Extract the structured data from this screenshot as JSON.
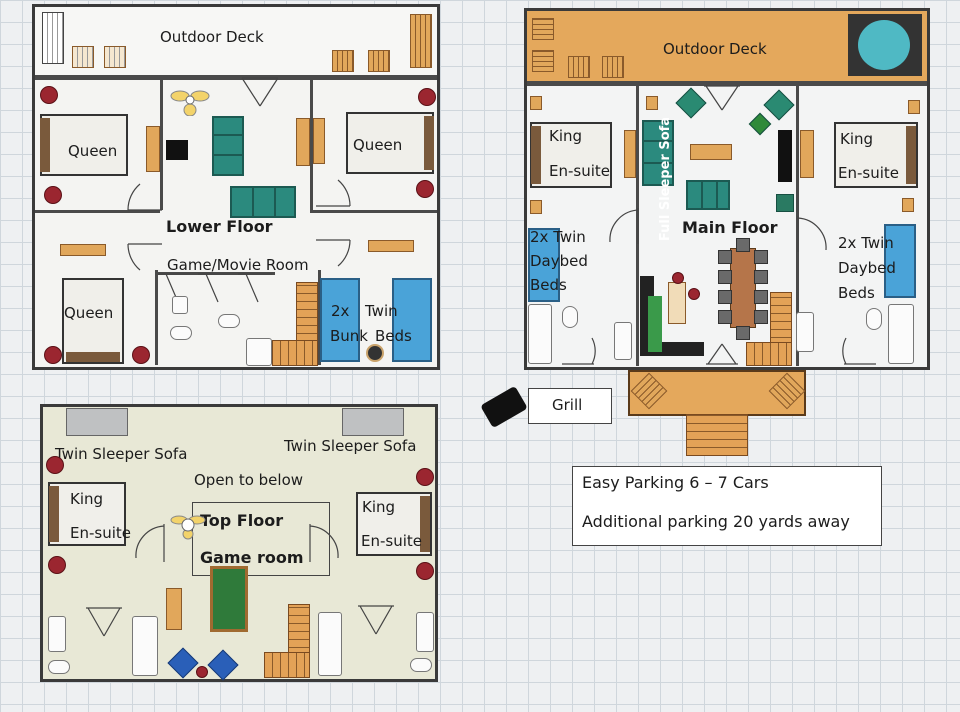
{
  "lower": {
    "deck": "Outdoor Deck",
    "queen1": "Queen",
    "queen2": "Queen",
    "queen3": "Queen",
    "floor": "Lower Floor",
    "room": "Game/Movie Room",
    "bunk1": "2x",
    "bunk2": "Twin",
    "bunk3": "Bunk",
    "bunk4": "Beds"
  },
  "main": {
    "deck": "Outdoor Deck",
    "king1a": "King",
    "king1b": "En-suite",
    "king2a": "King",
    "king2b": "En-suite",
    "sleeper": "Full Sleeper Sofa",
    "floor": "Main Floor",
    "twin1a": "2x Twin",
    "twin1b": "Daybed",
    "twin1c": "Beds",
    "twin2a": "2x Twin",
    "twin2b": "Daybed",
    "twin2c": "Beds"
  },
  "top": {
    "sofa1": "Twin Sleeper Sofa",
    "sofa2": "Twin Sleeper Sofa",
    "open": "Open to below",
    "king1a": "King",
    "king1b": "En-suite",
    "king2a": "King",
    "king2b": "En-suite",
    "floor": "Top Floor",
    "room": "Game room"
  },
  "grill": "Grill",
  "parking": {
    "line1": "Easy Parking 6 – 7 Cars",
    "line2": "Additional parking  20 yards away"
  },
  "colors": {
    "wood": "#e1a75b",
    "twin_bed": "#4aa3d8",
    "sofa": "#2b8a7e",
    "accent_dot": "#9b2630",
    "wall": "#3a3a3a"
  }
}
